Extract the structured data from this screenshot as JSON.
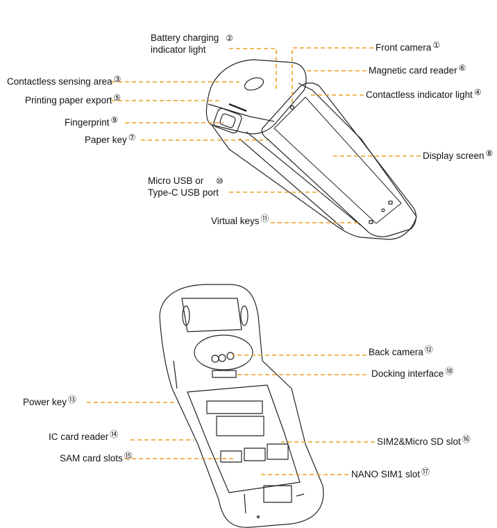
{
  "colors": {
    "leader": "#e8a020",
    "outline": "#222222",
    "text": "#111111"
  },
  "front_labels": {
    "battery_line1": "Battery charging",
    "battery_num": "②",
    "battery_line2": "indicator light",
    "front_camera": "Front camera",
    "front_camera_num": "①",
    "contactless_area": "Contactless sensing area",
    "contactless_area_num": "③",
    "magnetic_reader": "Magnetic card reader",
    "magnetic_reader_num": "⑥",
    "printing_export": "Printing paper export",
    "printing_export_num": "⑤",
    "contactless_light": "Contactless indicator light",
    "contactless_light_num": "④",
    "fingerprint": "Fingerprint",
    "fingerprint_num": "⑨",
    "paper_key": "Paper key",
    "paper_key_num": "⑦",
    "display_screen": "Display screen",
    "display_screen_num": "⑧",
    "usb_line1": "Micro USB or",
    "usb_num": "⑩",
    "usb_line2": "Type-C USB port",
    "virtual_keys": "Virtual keys",
    "virtual_keys_num": "⑪"
  },
  "back_labels": {
    "back_camera": "Back camera",
    "back_camera_num": "⑫",
    "docking": "Docking interface",
    "docking_num": "⑱",
    "power_key": "Power key",
    "power_key_num": "⑬",
    "ic_reader": "IC card reader",
    "ic_reader_num": "⑭",
    "sim2_sd": "SIM2&Micro SD slot",
    "sim2_sd_num": "⑯",
    "sam_slots": "SAM card slots",
    "sam_slots_num": "⑮",
    "nano_sim1": "NANO SIM1 slot",
    "nano_sim1_num": "⑰"
  }
}
